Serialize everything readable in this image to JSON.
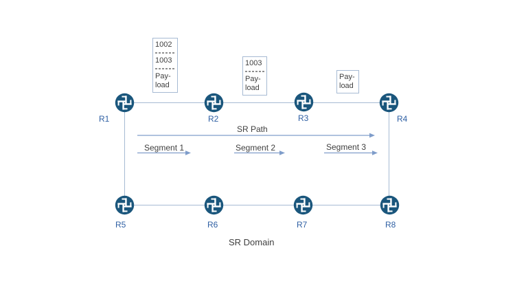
{
  "diagram": {
    "caption": "SR Domain",
    "sr_path": {
      "label": "SR Path"
    },
    "segments": [
      {
        "label": "Segment 1"
      },
      {
        "label": "Segment 2"
      },
      {
        "label": "Segment 3"
      }
    ],
    "routers": [
      {
        "name": "R1"
      },
      {
        "name": "R2"
      },
      {
        "name": "R3"
      },
      {
        "name": "R4"
      },
      {
        "name": "R5"
      },
      {
        "name": "R6"
      },
      {
        "name": "R7"
      },
      {
        "name": "R8"
      }
    ],
    "label_stacks": [
      {
        "entries": [
          "1002",
          "1003",
          "Pay-load"
        ]
      },
      {
        "entries": [
          "1003",
          "Pay-load"
        ]
      },
      {
        "entries": [
          "Pay-load"
        ]
      }
    ],
    "colors": {
      "router_fill": "#1a567c",
      "link_line": "#a6bad3",
      "arrow": "#7f9dca",
      "router_label_text": "#2e5fa3",
      "annotation_text": "#3f3f3f",
      "box_border": "#a6bad3"
    }
  }
}
